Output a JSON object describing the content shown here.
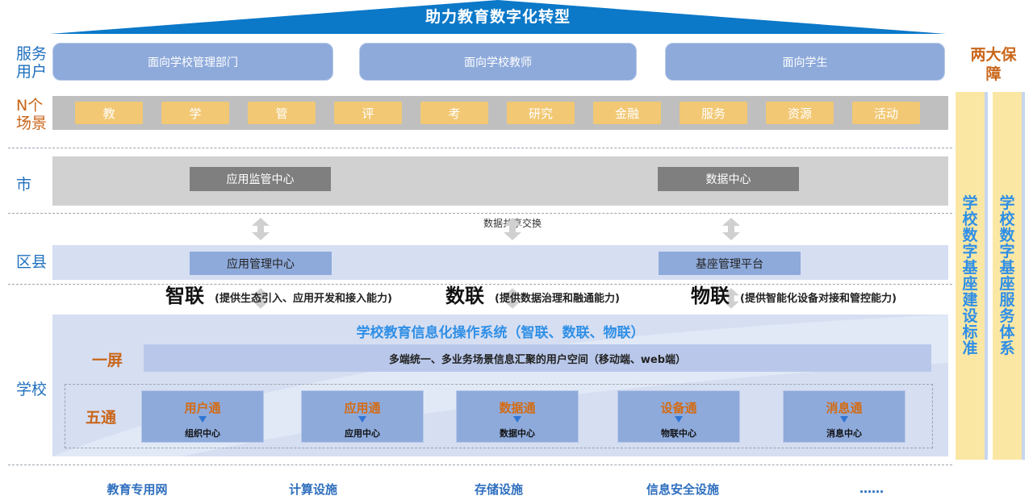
{
  "banner": {
    "title": "助力教育数字化转型"
  },
  "rows": {
    "service_users": "服务用户",
    "n_scenes": "N个场景",
    "city": "市",
    "district": "区县",
    "school": "学校"
  },
  "service_users": [
    "面向学校管理部门",
    "面向学校教师",
    "面向学生"
  ],
  "scenes": [
    "教",
    "学",
    "管",
    "评",
    "考",
    "研究",
    "金融",
    "服务",
    "资源",
    "活动"
  ],
  "city": {
    "left_box": "应用监管中心",
    "right_box": "数据中心"
  },
  "exchange_label": "数据共享交换",
  "district": {
    "left_box": "应用管理中心",
    "right_box": "基座管理平台"
  },
  "capabilities": [
    {
      "title": "智联",
      "desc": "(提供生态引入、应用开发和接入能力)"
    },
    {
      "title": "数联",
      "desc": "(提供数据治理和融通能力)"
    },
    {
      "title": "物联",
      "desc": "(提供智能化设备对接和管控能力)"
    }
  ],
  "school": {
    "os_title": "学校教育信息化操作系统（智联、数联、物联）",
    "one_screen_label": "一屏",
    "one_screen_text": "多端统一、多业务场景信息汇聚的用户空间（移动端、web端）",
    "five_tong_label": "五通",
    "five_tong": [
      {
        "title": "用户通",
        "sub": "组织中心"
      },
      {
        "title": "应用通",
        "sub": "应用中心"
      },
      {
        "title": "数据通",
        "sub": "数据中心"
      },
      {
        "title": "设备通",
        "sub": "物联中心"
      },
      {
        "title": "消息通",
        "sub": "消息中心"
      }
    ]
  },
  "infrastructure": [
    "教育专用网",
    "计算设施",
    "存储设施",
    "信息安全设施",
    "……"
  ],
  "guarantees": {
    "title": "两大保障",
    "left": "学校数字基座建设标准",
    "right": "学校数字基座服务体系"
  },
  "colors": {
    "banner": "#0b78c8",
    "scene_tile": "#f2c874",
    "pill_blue": "#8eaadb",
    "label_blue": "#1f6fbf",
    "label_orange": "#c9661a",
    "guarantee_yellow": "#fbe7a4"
  },
  "icons": [
    "double-arrow-icon"
  ]
}
